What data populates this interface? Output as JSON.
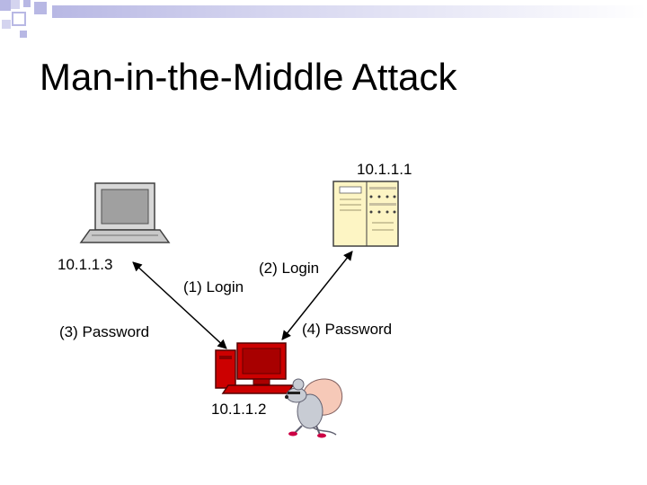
{
  "slide": {
    "title": "Man-in-the-Middle Attack",
    "colors": {
      "accent": "#b8b8e4",
      "attacker": "#cc0000",
      "server": "#fdf5c4"
    }
  },
  "diagram": {
    "nodes": {
      "server": {
        "label": "10.1.1.1",
        "icon": "server-icon"
      },
      "client": {
        "label": "10.1.1.3",
        "icon": "laptop-icon"
      },
      "attacker": {
        "label": "10.1.1.2",
        "icon": "desktop-computer-icon"
      },
      "rat": {
        "icon": "rat-icon"
      }
    },
    "edges": [
      {
        "label": "(1) Login"
      },
      {
        "label": "(2) Login"
      },
      {
        "label": "(3) Password"
      },
      {
        "label": "(4) Password"
      }
    ]
  }
}
